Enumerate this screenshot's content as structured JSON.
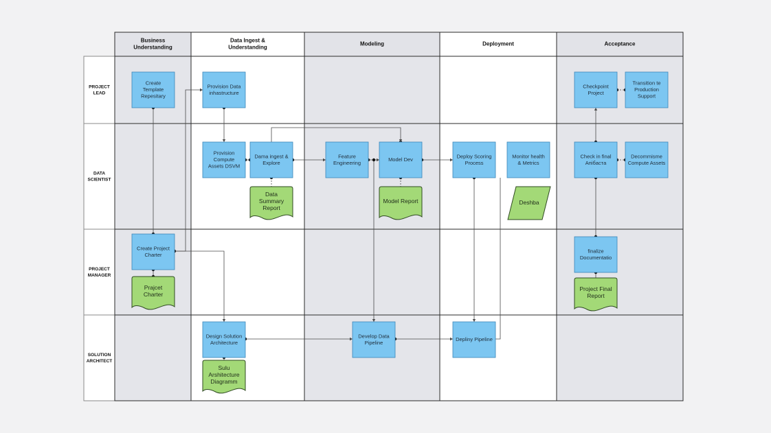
{
  "phases": [
    {
      "id": "bu",
      "label": [
        "Business",
        "Understanding"
      ]
    },
    {
      "id": "di",
      "label": [
        "Data Ingest &",
        "Understanding"
      ]
    },
    {
      "id": "mo",
      "label": [
        "Modeling"
      ]
    },
    {
      "id": "de",
      "label": [
        "Deployment"
      ]
    },
    {
      "id": "ac",
      "label": [
        "Acceptance"
      ]
    }
  ],
  "lanes": [
    {
      "id": "pl",
      "label": [
        "PROJECT",
        "LEAD"
      ]
    },
    {
      "id": "ds",
      "label": [
        "DATA",
        "SCIENTIST"
      ]
    },
    {
      "id": "pm",
      "label": [
        "PROJECT",
        "MANAGER"
      ]
    },
    {
      "id": "sa",
      "label": [
        "SOLUTION",
        "ARCHITECT"
      ]
    }
  ],
  "processes": [
    {
      "id": "create-template-repo",
      "label": [
        "Create",
        "Template",
        "Repesitary"
      ]
    },
    {
      "id": "provision-data-infra",
      "label": [
        "Provision Data",
        "inhastructure"
      ]
    },
    {
      "id": "provision-compute",
      "label": [
        "Provision",
        "Compute",
        "Assets DSVM"
      ]
    },
    {
      "id": "data-ingest-explore",
      "label": [
        "Dama ingest &",
        "Explore"
      ]
    },
    {
      "id": "feature-engineering",
      "label": [
        "Feature",
        "Engineering"
      ]
    },
    {
      "id": "model-dev",
      "label": [
        "Model Dev"
      ]
    },
    {
      "id": "deploy-scoring",
      "label": [
        "Deploy Scoring",
        "Process"
      ]
    },
    {
      "id": "monitor-health",
      "label": [
        "Monitor health",
        "& Metrics"
      ]
    },
    {
      "id": "checkpoint-project",
      "label": [
        "Checkpoint",
        "Project"
      ]
    },
    {
      "id": "transition-production",
      "label": [
        "Transition te",
        "Production",
        "Support"
      ]
    },
    {
      "id": "check-in-final",
      "label": [
        "Check in final",
        "Апiбacтa"
      ]
    },
    {
      "id": "decommission-compute",
      "label": [
        "Decommisme",
        "Compute Assets"
      ]
    },
    {
      "id": "create-project-charter",
      "label": [
        "Create Project",
        "Charter"
      ]
    },
    {
      "id": "finalize-documentation",
      "label": [
        "finalize",
        "Documentatio"
      ]
    },
    {
      "id": "design-solution-arch",
      "label": [
        "Design Solution",
        "Architecture"
      ]
    },
    {
      "id": "develop-data-pipeline",
      "label": [
        "Develop Data",
        "Pipeline"
      ]
    },
    {
      "id": "deploy-pipeline",
      "label": [
        "Depliny Pipeline"
      ]
    }
  ],
  "documents": [
    {
      "id": "data-summary-report",
      "label": [
        "Data",
        "Summary",
        "Report"
      ]
    },
    {
      "id": "model-report",
      "label": [
        "Model Report"
      ]
    },
    {
      "id": "project-charter",
      "label": [
        "Prajcet",
        "Charter"
      ]
    },
    {
      "id": "project-final-report",
      "label": [
        "Project Final",
        "Report"
      ]
    },
    {
      "id": "solution-arch-diagram",
      "label": [
        "Sulu",
        "Arshitecture",
        "Diagramm"
      ]
    }
  ],
  "data_stores": [
    {
      "id": "dashboard",
      "label": [
        "Deshba"
      ]
    }
  ],
  "colors": {
    "background": "#f2f2f3",
    "header_shaded": "#e2e3e8",
    "header_white": "#ffffff",
    "cell_shaded": "#e4e5ea",
    "cell_white": "#ffffff",
    "process_fill": "#7cc6f1",
    "process_stroke": "#3a86b8",
    "document_fill": "#a3d977",
    "document_stroke": "#2f4a22",
    "grid_line": "#2a2a2a",
    "connector": "#4a4a4a"
  }
}
